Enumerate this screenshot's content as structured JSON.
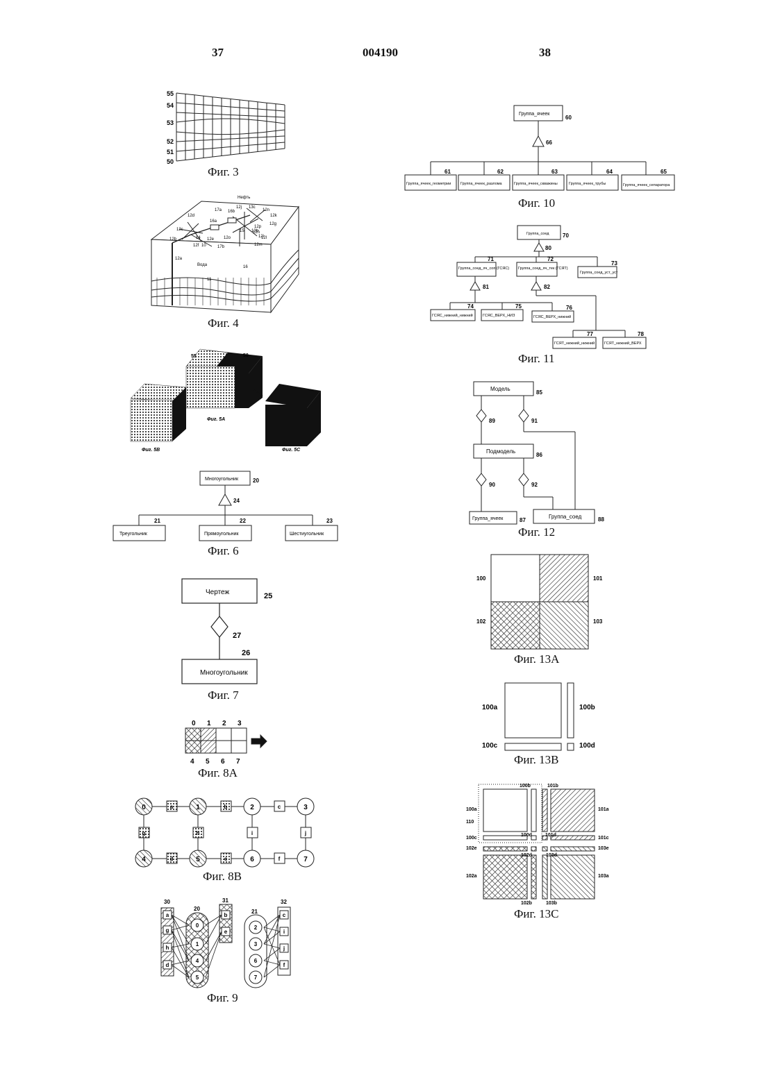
{
  "header": {
    "left_page": "37",
    "doc_number": "004190",
    "right_page": "38"
  },
  "fig3": {
    "caption": "Фиг. 3",
    "refs": [
      "55",
      "54",
      "53",
      "52",
      "51",
      "50"
    ]
  },
  "fig4": {
    "caption": "Фиг. 4",
    "labels": [
      "Нефть",
      "Вода",
      "10",
      "11",
      "16",
      "12a",
      "12b",
      "12c",
      "12d",
      "12e",
      "12f",
      "12g",
      "12h",
      "12i",
      "12j",
      "12k",
      "12l",
      "12m",
      "12n",
      "12o",
      "12p",
      "13b",
      "13c",
      "14",
      "15",
      "16a",
      "16b",
      "17a",
      "17b"
    ]
  },
  "fig5": {
    "label_a": "Фиг. 5A",
    "label_b": "Фиг. 5B",
    "label_c": "Фиг. 5C",
    "refs": [
      "55",
      "50"
    ]
  },
  "fig6": {
    "caption": "Фиг. 6",
    "root": "Многоугольник",
    "root_ref": "20",
    "gen_ref": "24",
    "children": [
      {
        "label": "Треугольник",
        "ref": "21"
      },
      {
        "label": "Прямоугольник",
        "ref": "22"
      },
      {
        "label": "Шестиугольник",
        "ref": "23"
      }
    ]
  },
  "fig7": {
    "caption": "Фиг. 7",
    "top": "Чертеж",
    "top_ref": "25",
    "agg_ref": "27",
    "bottom": "Многоугольник",
    "bottom_ref": "26"
  },
  "fig8a": {
    "caption": "Фиг. 8A",
    "top_refs": [
      "0",
      "1",
      "2",
      "3"
    ],
    "bottom_refs": [
      "4",
      "5",
      "6",
      "7"
    ]
  },
  "fig8b": {
    "caption": "Фиг. 8B",
    "nodes": [
      "0",
      "1",
      "2",
      "3",
      "4",
      "5",
      "6",
      "7"
    ],
    "edges": [
      "a",
      "b",
      "c",
      "d",
      "e",
      "f",
      "g",
      "h",
      "i",
      "j"
    ]
  },
  "fig9": {
    "caption": "Фиг. 9",
    "refs": [
      "30",
      "20",
      "31",
      "21",
      "32"
    ],
    "col1": [
      "a",
      "g",
      "h",
      "d"
    ],
    "col2": [
      "0",
      "1",
      "4",
      "5"
    ],
    "col3": [
      "b",
      "e"
    ],
    "col4": [
      "2",
      "3",
      "6",
      "7"
    ],
    "col5": [
      "c",
      "i",
      "j",
      "f"
    ]
  },
  "fig10": {
    "caption": "Фиг. 10",
    "root": "Группа_ячеек",
    "root_ref": "60",
    "gen_ref": "66",
    "children": [
      {
        "label": "Группа_ячеек_геометрии",
        "ref": "61"
      },
      {
        "label": "Группа_ячеек_разлома",
        "ref": "62"
      },
      {
        "label": "Группа_ячеек_скважины",
        "ref": "63"
      },
      {
        "label": "Группа_ячеек_трубы",
        "ref": "64"
      },
      {
        "label": "Группа_ячеек_сепаратора",
        "ref": "65"
      }
    ]
  },
  "fig11": {
    "caption": "Фиг. 11",
    "root": "Группа_соед",
    "root_ref": "70",
    "gen_ref": "80",
    "level1": [
      {
        "label": "Группа_соед_яч_соп (ГСЯС)",
        "ref": "71"
      },
      {
        "label": "Группа_соед_яч_тек (ГСЯТ)",
        "ref": "72"
      },
      {
        "label": "Группа_соед_уст_уст",
        "ref": "73"
      }
    ],
    "gen2_ref": "81",
    "gen3_ref": "82",
    "level2": [
      {
        "label": "ГСЯС_нижний_нижний",
        "ref": "74"
      },
      {
        "label": "ГСЯС_ВЕРХ_НИЗ",
        "ref": "75"
      },
      {
        "label": "ГСЯС_ВЕРХ_нижний",
        "ref": "76"
      }
    ],
    "level3": [
      {
        "label": "ГСЯТ_нижний_нижний",
        "ref": "77"
      },
      {
        "label": "ГСЯТ_нижний_ВЕРХ",
        "ref": "78"
      }
    ]
  },
  "fig12": {
    "caption": "Фиг. 12",
    "model": "Модель",
    "model_ref": "85",
    "submodel": "Подмодель",
    "submodel_ref": "86",
    "cells": "Группа_ячеек",
    "cells_ref": "87",
    "conns": "Группа_соед",
    "conns_ref": "88",
    "agg_refs": [
      "89",
      "91",
      "90",
      "92"
    ]
  },
  "fig13a": {
    "caption": "Фиг. 13A",
    "refs": [
      "100",
      "101",
      "102",
      "103"
    ]
  },
  "fig13b": {
    "caption": "Фиг. 13B",
    "refs": [
      "100a",
      "100b",
      "100c",
      "100d"
    ]
  },
  "fig13c": {
    "caption": "Фиг. 13C",
    "refs": [
      "100b",
      "101b",
      "100a",
      "110",
      "101a",
      "100c",
      "101d",
      "101c",
      "100d",
      "102e",
      "103e",
      "102d",
      "103d",
      "102a",
      "103a",
      "102b",
      "103b"
    ]
  }
}
